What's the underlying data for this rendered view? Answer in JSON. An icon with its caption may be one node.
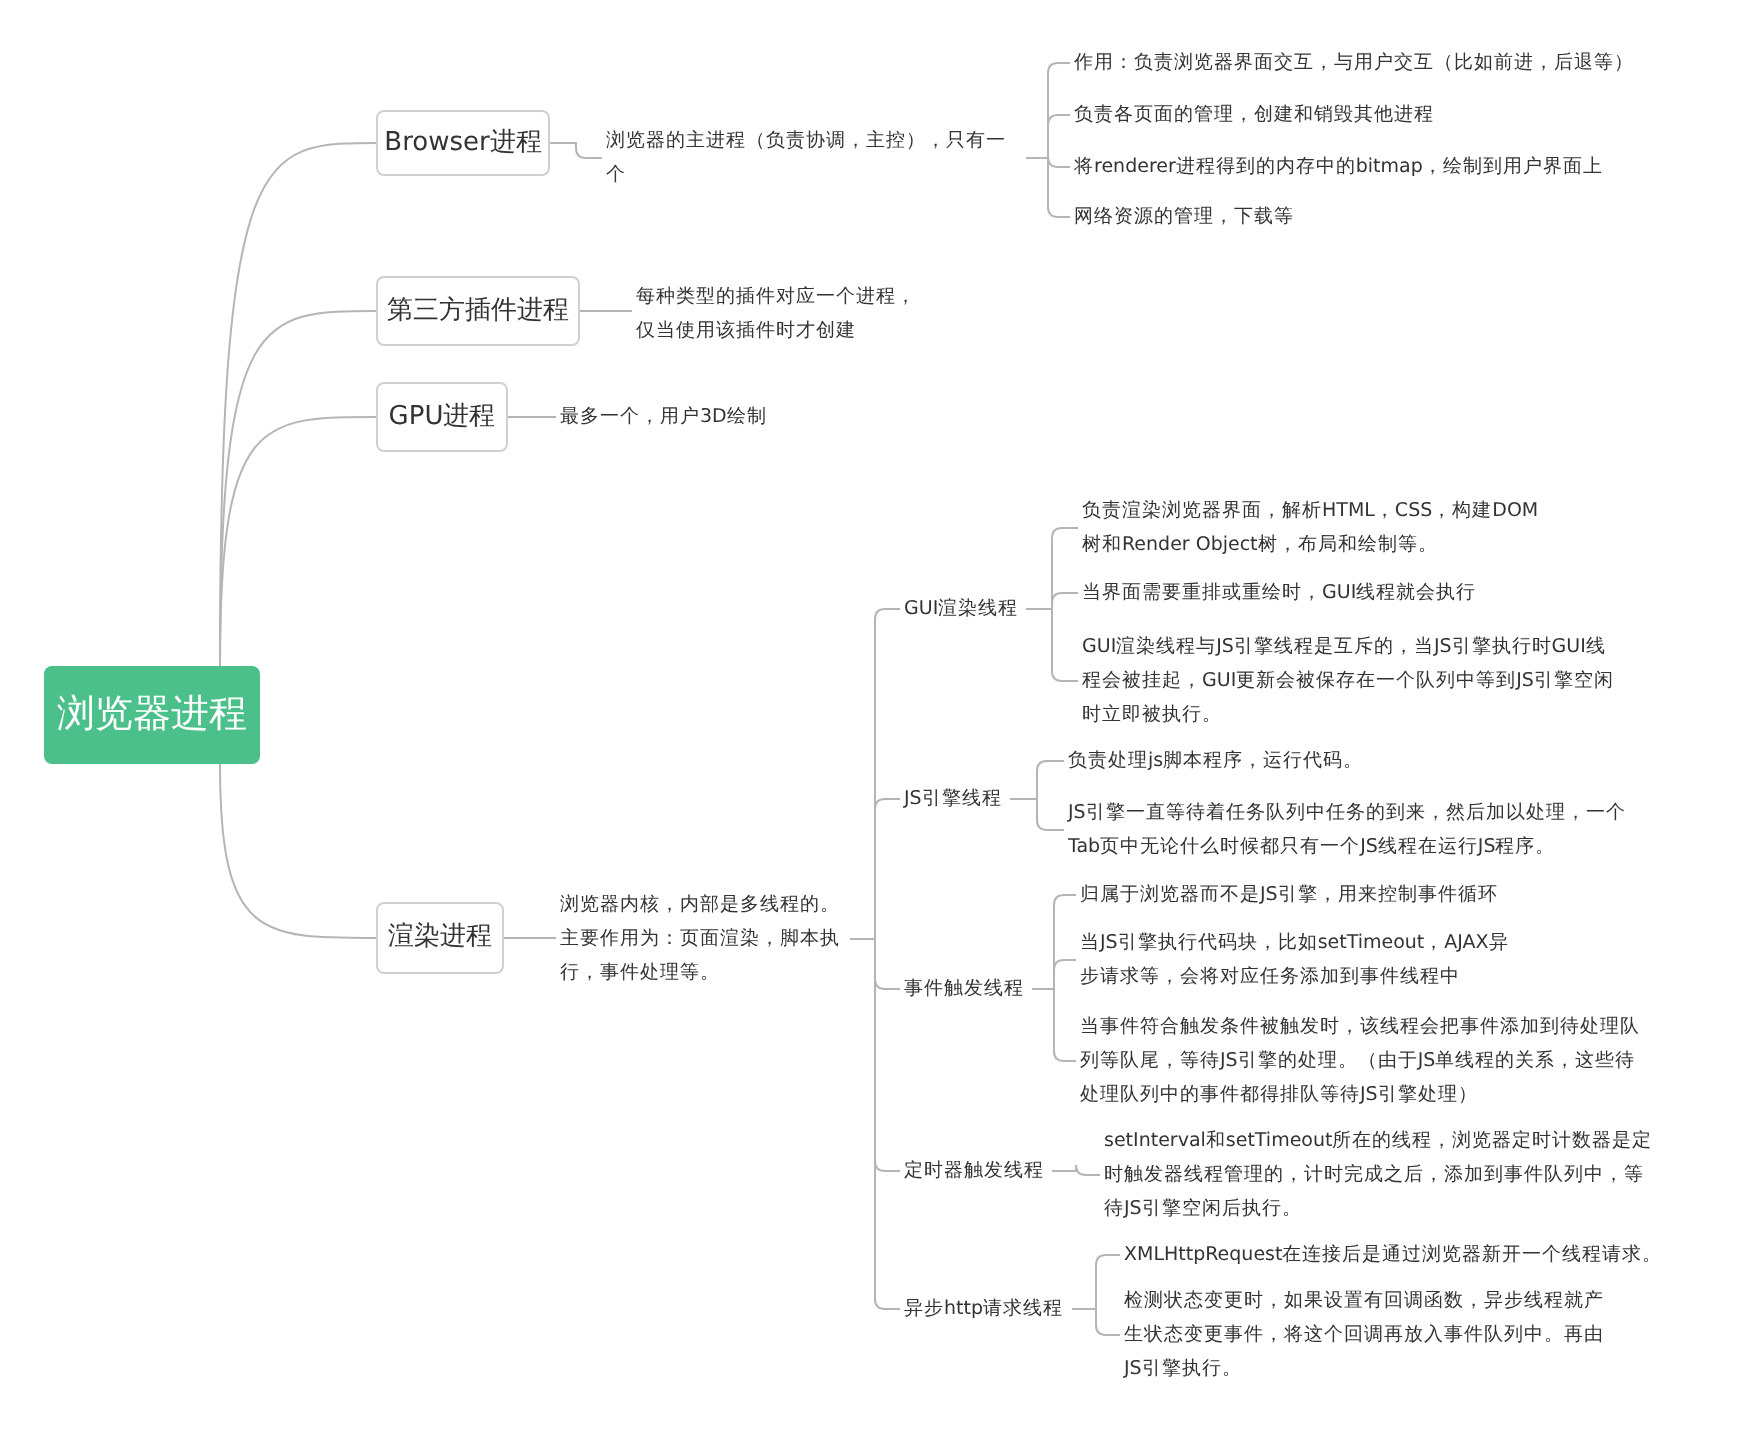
{
  "diagram": {
    "nodes": [
      {
        "text": [
          "浏览器进程"
        ]
      },
      {
        "text": [
          "Browser进程"
        ]
      },
      {
        "text": [
          "浏览器的主进程（负责协调，主控），只有一个"
        ]
      },
      {
        "text": [
          "作用：负责浏览器界面交互，与用户交互（比如前进，后退等）"
        ]
      },
      {
        "text": [
          "负责各页面的管理，创建和销毁其他进程"
        ]
      },
      {
        "text": [
          "将renderer进程得到的内存中的bitmap，绘制到用户界面上"
        ]
      },
      {
        "text": [
          "网络资源的管理，下载等"
        ]
      },
      {
        "text": [
          "第三方插件进程"
        ]
      },
      {
        "text": [
          "每种类型的插件对应一个进程，仅当使用该插件时才创建"
        ]
      },
      {
        "text": [
          "GPU进程"
        ]
      },
      {
        "text": [
          "最多一个，用户3D绘制"
        ]
      },
      {
        "text": [
          "渲染进程"
        ]
      },
      {
        "text": [
          "浏览器内核，内部是多线程的。主要作用为：页面渲染，脚本执行，事件处理等。"
        ]
      },
      {
        "text": [
          "GUI渲染线程"
        ]
      },
      {
        "text": [
          "负责渲染浏览器界面，解析HTML，CSS，构建DOM树和Render Object树，布局和绘制等。"
        ]
      },
      {
        "text": [
          "当界面需要重排或重绘时，GUI线程就会执行"
        ]
      },
      {
        "text": [
          "GUI渲染线程与JS引擎线程是互斥的，当JS引擎执行时GUI线程会被挂起，GUI更新会被保存在一个队列中等到JS引擎空闲时立即被执行。"
        ]
      },
      {
        "text": [
          "JS引擎线程"
        ]
      },
      {
        "text": [
          "负责处理js脚本程序，运行代码。"
        ]
      },
      {
        "text": [
          "JS引擎一直等待着任务队列中任务的到来，然后加以处理，一个Tab页中无论什么时候都只有一个JS线程在运行JS程序。"
        ]
      },
      {
        "text": [
          "事件触发线程"
        ]
      },
      {
        "text": [
          "归属于浏览器而不是JS引擎，用来控制事件循环"
        ]
      },
      {
        "text": [
          "当JS引擎执行代码块，比如setTimeout，AJAX异步请求等，会将对应任务添加到事件线程中"
        ]
      },
      {
        "text": [
          "当事件符合触发条件被触发时，该线程会把事件添加到待处理队列等队尾，等待JS引擎的处理。（由于JS单线程的关系，这些待处理队列中的事件都得排队等待JS引擎处理）"
        ]
      },
      {
        "text": [
          "定时器触发线程"
        ]
      },
      {
        "text": [
          "setInterval和setTimeout所在的线程，浏览器定时计数器是定时触发器线程管理的，计时完成之后，添加到事件队列中，等待JS引擎空闲后执行。"
        ]
      },
      {
        "text": [
          "异步http请求线程"
        ]
      },
      {
        "text": [
          "XMLHttpRequest在连接后是通过浏览器新开一个线程请求。"
        ]
      },
      {
        "text": [
          "检测状态变更时，如果设置有回调函数，异步线程就产生状态变更事件，将这个回调再放入事件队列中。再由JS引擎执行。"
        ]
      }
    ],
    "edges": [
      {
        "from": 0,
        "to": 1,
        "arrow": "none"
      },
      {
        "from": 0,
        "to": 7,
        "arrow": "none"
      },
      {
        "from": 0,
        "to": 9,
        "arrow": "none"
      },
      {
        "from": 0,
        "to": 11,
        "arrow": "none"
      },
      {
        "from": 1,
        "to": 2,
        "arrow": "none"
      },
      {
        "from": 2,
        "to": 3,
        "arrow": "none"
      },
      {
        "from": 2,
        "to": 4,
        "arrow": "none"
      },
      {
        "from": 2,
        "to": 5,
        "arrow": "none"
      },
      {
        "from": 2,
        "to": 6,
        "arrow": "none"
      },
      {
        "from": 7,
        "to": 8,
        "arrow": "none"
      },
      {
        "from": 9,
        "to": 10,
        "arrow": "none"
      },
      {
        "from": 11,
        "to": 12,
        "arrow": "none"
      },
      {
        "from": 12,
        "to": 13,
        "arrow": "none"
      },
      {
        "from": 12,
        "to": 17,
        "arrow": "none"
      },
      {
        "from": 12,
        "to": 20,
        "arrow": "none"
      },
      {
        "from": 12,
        "to": 24,
        "arrow": "none"
      },
      {
        "from": 12,
        "to": 26,
        "arrow": "none"
      },
      {
        "from": 13,
        "to": 14,
        "arrow": "none"
      },
      {
        "from": 13,
        "to": 15,
        "arrow": "none"
      },
      {
        "from": 13,
        "to": 16,
        "arrow": "none"
      },
      {
        "from": 17,
        "to": 18,
        "arrow": "none"
      },
      {
        "from": 17,
        "to": 19,
        "arrow": "none"
      },
      {
        "from": 20,
        "to": 21,
        "arrow": "none"
      },
      {
        "from": 20,
        "to": 22,
        "arrow": "none"
      },
      {
        "from": 20,
        "to": 23,
        "arrow": "none"
      },
      {
        "from": 24,
        "to": 25,
        "arrow": "none"
      },
      {
        "from": 26,
        "to": 27,
        "arrow": "none"
      },
      {
        "from": 26,
        "to": 28,
        "arrow": "none"
      }
    ]
  }
}
